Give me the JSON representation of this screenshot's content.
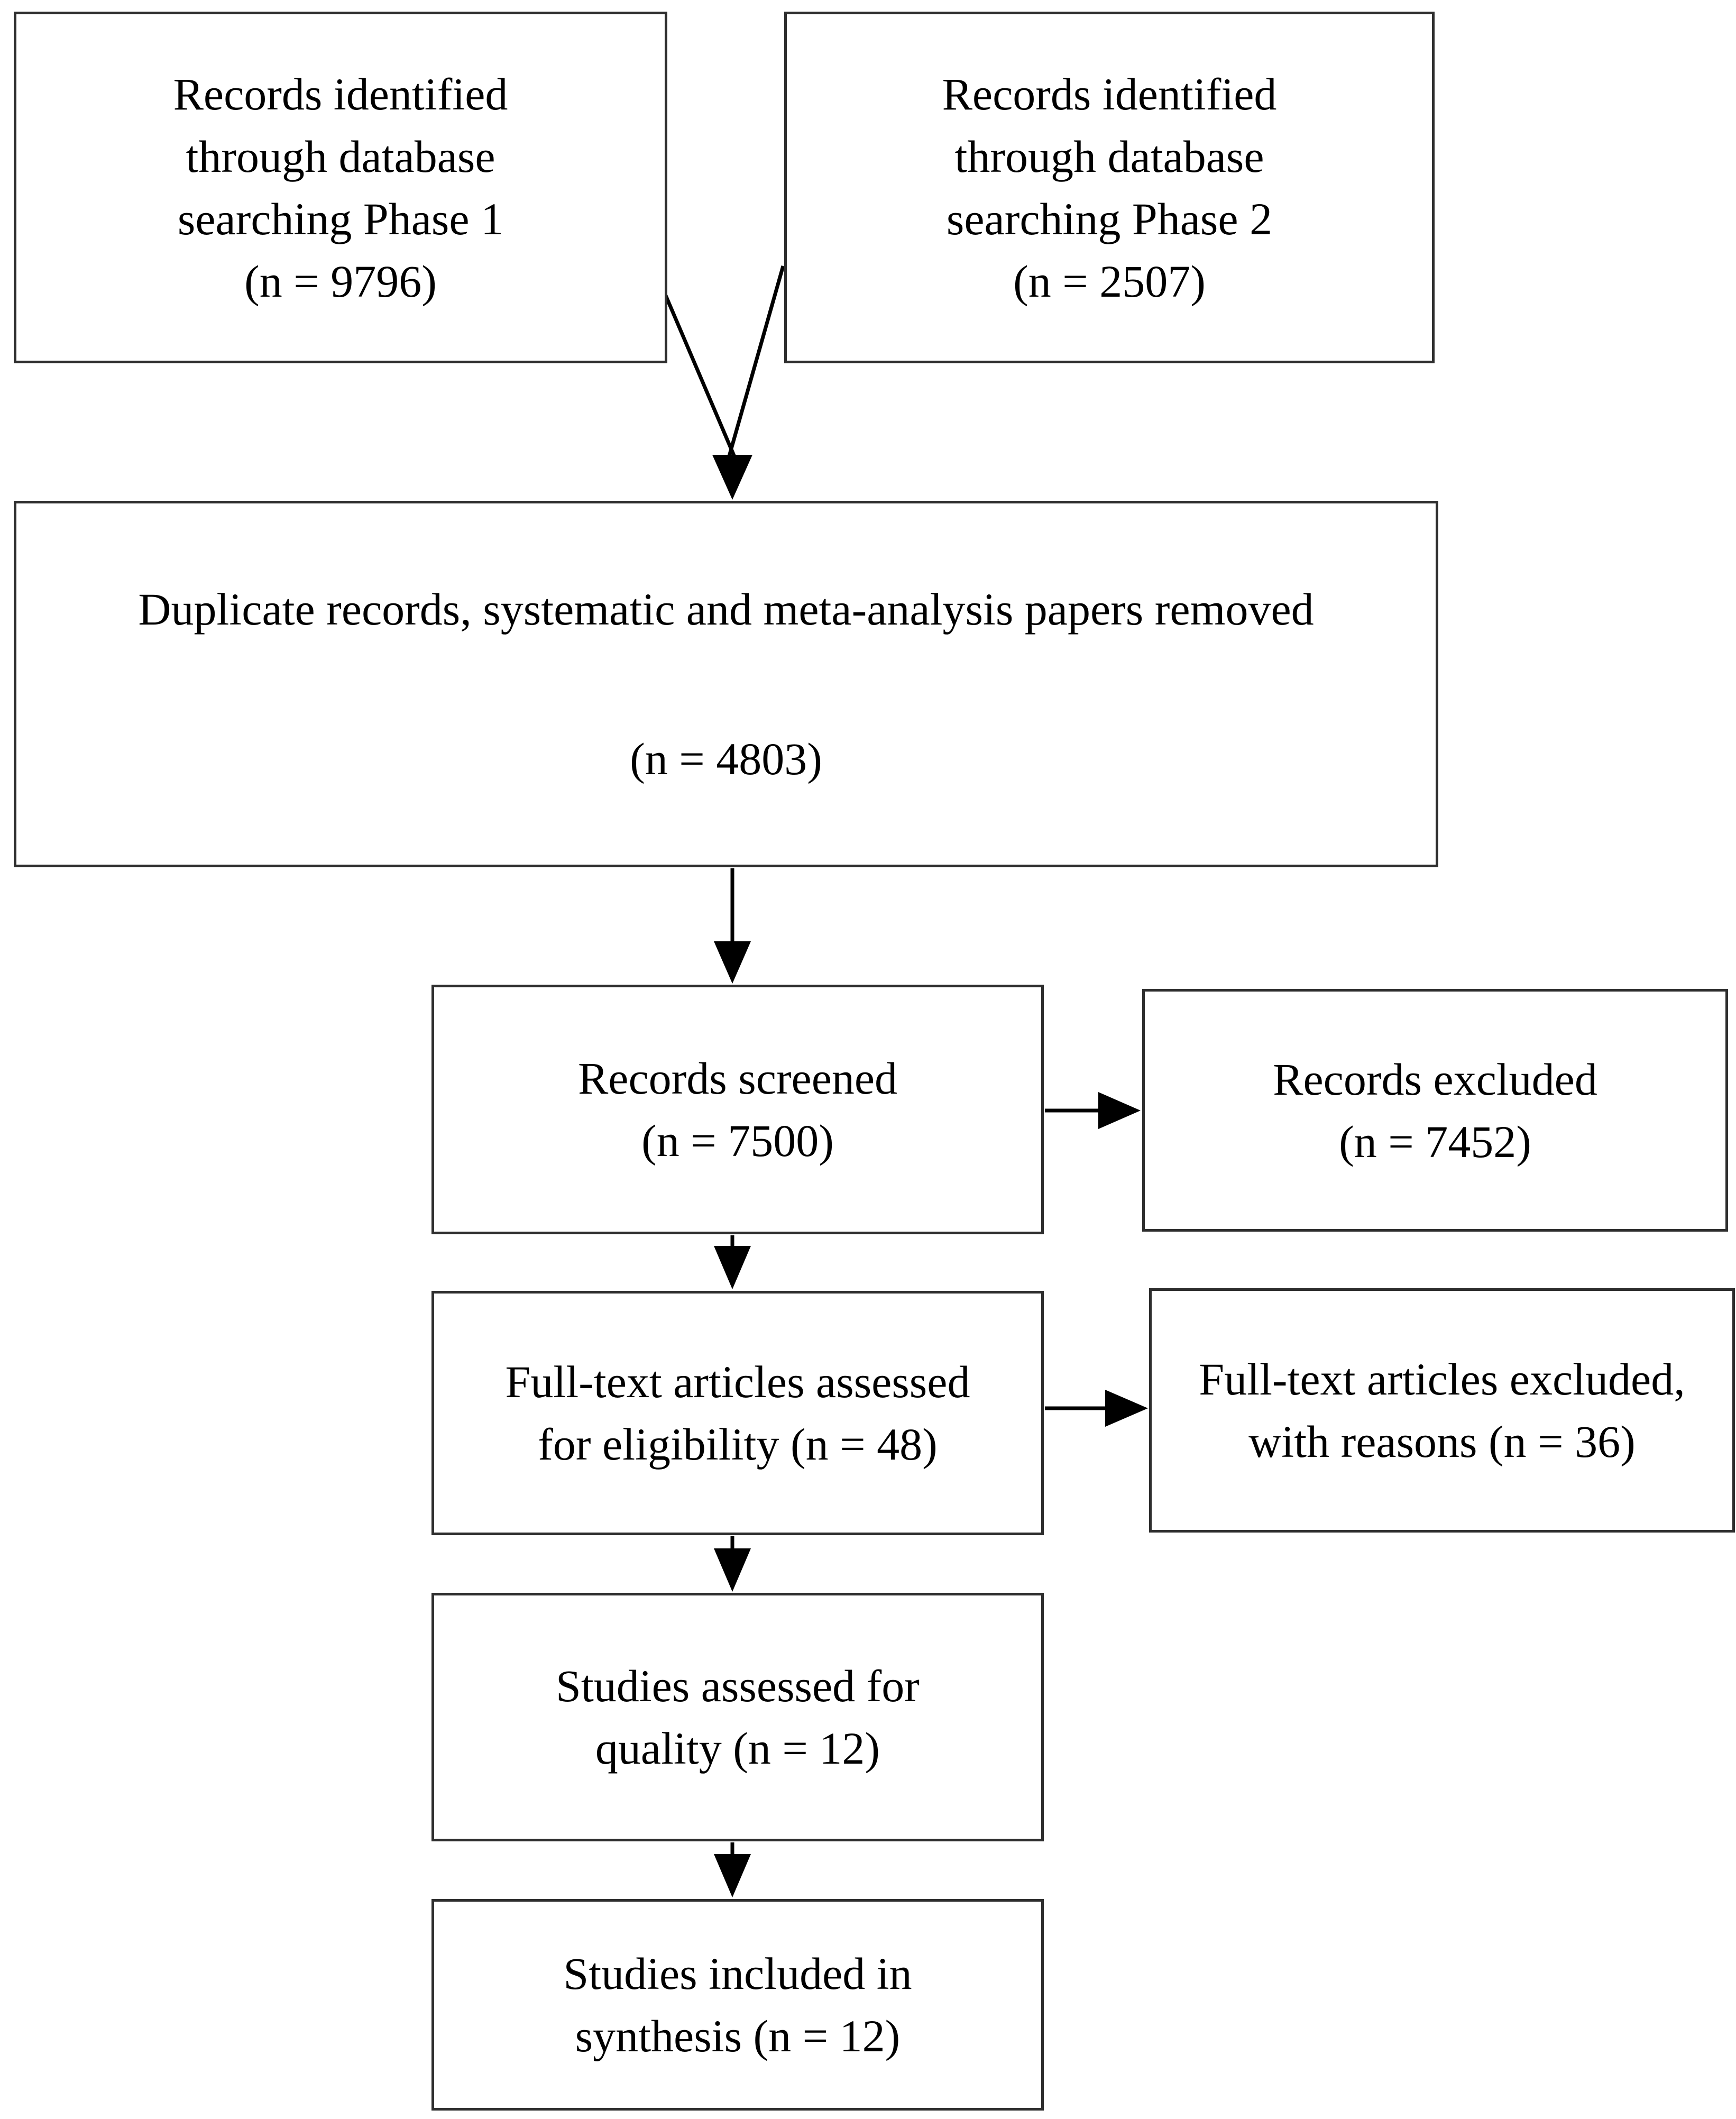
{
  "boxes": {
    "phase1": {
      "lines": [
        "Records identified",
        "through database",
        "searching Phase 1",
        "(n = 9796)"
      ]
    },
    "phase2": {
      "lines": [
        "Records identified",
        "through database",
        "searching Phase 2",
        "(n = 2507)"
      ]
    },
    "dedup": {
      "line1": "Duplicate records, systematic and meta-analysis papers removed",
      "line2": "(n = 4803)"
    },
    "screened": {
      "lines": [
        "Records screened",
        "(n = 7500)"
      ]
    },
    "excluded": {
      "lines": [
        "Records excluded",
        "(n = 7452)"
      ]
    },
    "fulltext": {
      "lines": [
        "Full-text articles assessed",
        "for eligibility (n = 48)"
      ]
    },
    "fulltext_excluded": {
      "lines": [
        "Full-text articles excluded,",
        "with reasons (n = 36)"
      ]
    },
    "quality": {
      "lines": [
        "Studies assessed for",
        "quality (n = 12)"
      ]
    },
    "included": {
      "lines": [
        "Studies included in",
        "synthesis (n = 12)"
      ]
    }
  },
  "colors": {
    "box_border": "#2e2e2e",
    "arrow": "#000000",
    "background": "#ffffff",
    "text": "#000000"
  }
}
